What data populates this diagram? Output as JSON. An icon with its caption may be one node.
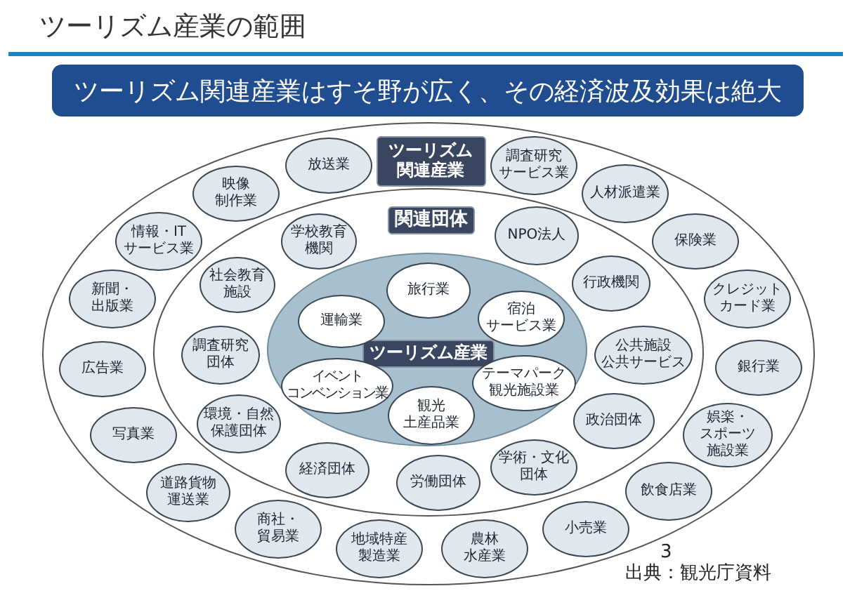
{
  "diagram": {
    "title": "ツーリズム産業の範囲",
    "nodes": [
      {
        "text": [
          "ツーリズム関連産業はすそ野が広く、その経済波及効果は絶大"
        ]
      },
      {
        "text": [
          "ツーリズム関連産業"
        ]
      },
      {
        "text": [
          "関連団体"
        ],
        "in": 1
      },
      {
        "text": [
          "ツーリズム産業"
        ],
        "in": 2
      },
      {
        "text": [
          "旅行業"
        ],
        "in": 3
      },
      {
        "text": [
          "運輸業"
        ],
        "in": 3
      },
      {
        "text": [
          "宿泊サービス業"
        ],
        "in": 3
      },
      {
        "text": [
          "イベントコンベンション業"
        ],
        "in": 3
      },
      {
        "text": [
          "テーマパーク観光施設業"
        ],
        "in": 3
      },
      {
        "text": [
          "観光土産品業"
        ],
        "in": 3
      },
      {
        "text": [
          "学校教育機関"
        ],
        "in": 2
      },
      {
        "text": [
          "NPO法人"
        ],
        "in": 2
      },
      {
        "text": [
          "行政機関"
        ],
        "in": 2
      },
      {
        "text": [
          "公共施設公共サービス"
        ],
        "in": 2
      },
      {
        "text": [
          "政治団体"
        ],
        "in": 2
      },
      {
        "text": [
          "学術・文化団体"
        ],
        "in": 2
      },
      {
        "text": [
          "労働団体"
        ],
        "in": 2
      },
      {
        "text": [
          "経済団体"
        ],
        "in": 2
      },
      {
        "text": [
          "環境・自然保護団体"
        ],
        "in": 2
      },
      {
        "text": [
          "調査研究団体"
        ],
        "in": 2
      },
      {
        "text": [
          "社会教育施設"
        ],
        "in": 2
      },
      {
        "text": [
          "放送業"
        ],
        "in": 1
      },
      {
        "text": [
          "調査研究サービス業"
        ],
        "in": 1
      },
      {
        "text": [
          "人材派遣業"
        ],
        "in": 1
      },
      {
        "text": [
          "保険業"
        ],
        "in": 1
      },
      {
        "text": [
          "クレジットカード業"
        ],
        "in": 1
      },
      {
        "text": [
          "銀行業"
        ],
        "in": 1
      },
      {
        "text": [
          "娯楽・スポーツ施設業"
        ],
        "in": 1
      },
      {
        "text": [
          "飲食店業"
        ],
        "in": 1
      },
      {
        "text": [
          "小売業"
        ],
        "in": 1
      },
      {
        "text": [
          "農林水産業"
        ],
        "in": 1
      },
      {
        "text": [
          "地域特産製造業"
        ],
        "in": 1
      },
      {
        "text": [
          "商社・貿易業"
        ],
        "in": 1
      },
      {
        "text": [
          "道路貨物運送業"
        ],
        "in": 1
      },
      {
        "text": [
          "写真業"
        ],
        "in": 1
      },
      {
        "text": [
          "広告業"
        ],
        "in": 1
      },
      {
        "text": [
          "新聞・出版業"
        ],
        "in": 1
      },
      {
        "text": [
          "情報・ITサービス業"
        ],
        "in": 1
      },
      {
        "text": [
          "映像制作業"
        ],
        "in": 1
      }
    ],
    "labels": [
      "3",
      "出典：観光庁資料"
    ]
  }
}
